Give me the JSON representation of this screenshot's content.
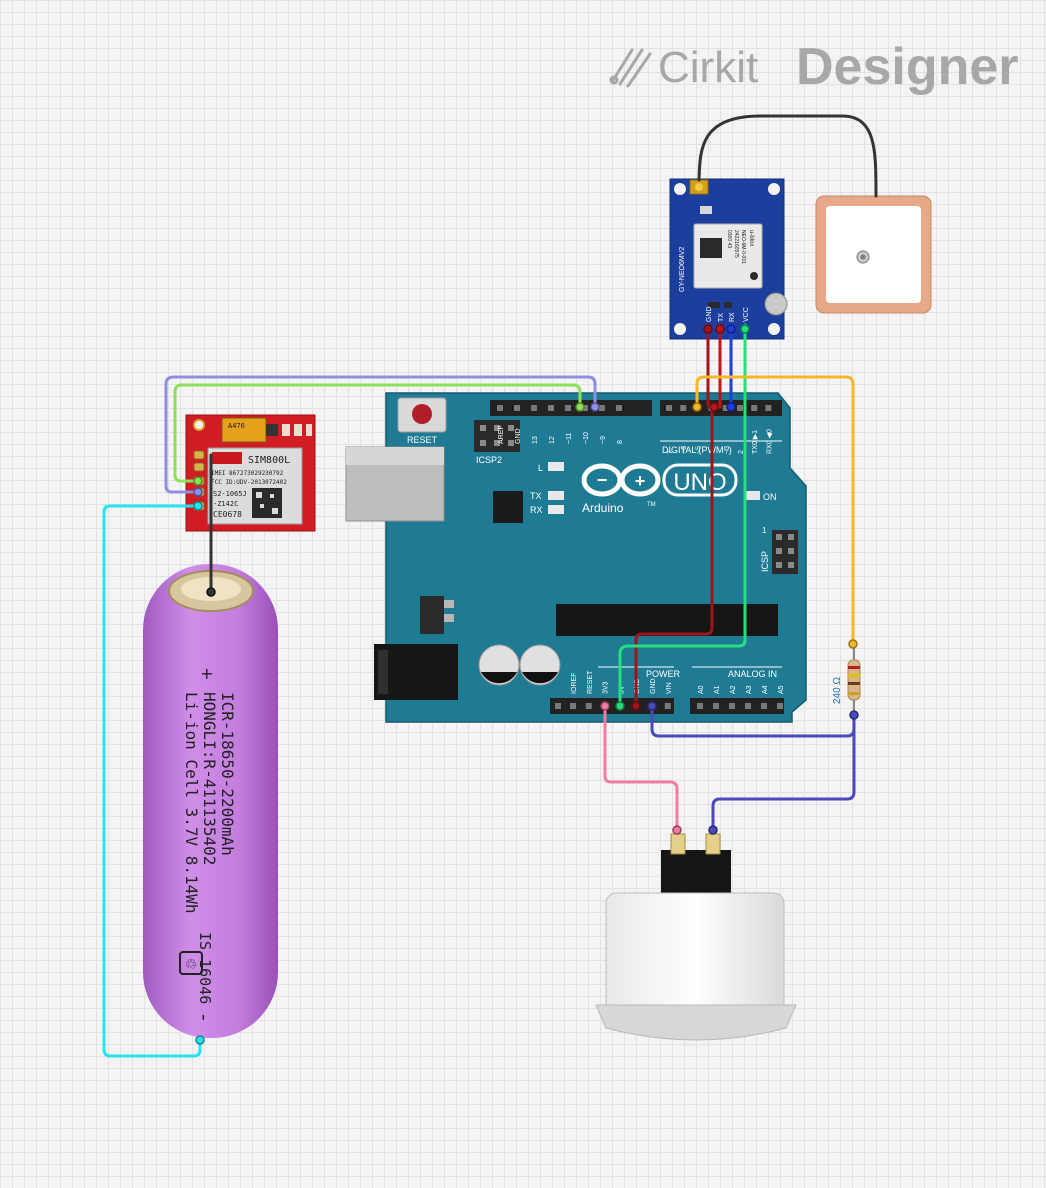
{
  "brand": {
    "word1": "Cirkit",
    "word2": "Designer",
    "color": "#a8a8a8"
  },
  "arduino": {
    "reset_label": "RESET",
    "icsp2_label": "ICSP2",
    "icsp_label": "ICSP",
    "icsp_pin1": "1",
    "digital_label": "DIGITAL (PWM~)",
    "power_label": "POWER",
    "analog_label": "ANALOG IN",
    "model": "UNO",
    "maker": "Arduino",
    "tm": "TM",
    "on_label": "ON",
    "led_l": "L",
    "led_tx": "TX",
    "led_rx": "RX",
    "top_pins": [
      "AREF",
      "GND",
      "13",
      "12",
      "~11",
      "~10",
      "~9",
      "8"
    ],
    "top_pins2": [
      "7",
      "~6",
      "~5",
      "4",
      "~3",
      "2",
      "TX0 ▶1",
      "RX0 ◀0"
    ],
    "power_pins": [
      "IOREF",
      "RESET",
      "3V3",
      "5V",
      "GND",
      "GND",
      "VIN"
    ],
    "analog_pins": [
      "A0",
      "A1",
      "A2",
      "A3",
      "A4",
      "A5"
    ],
    "color": "#1f7a93"
  },
  "gps": {
    "board": "GY-NEO6MV2",
    "pins": [
      "GND",
      "TX",
      "RX",
      "VCC"
    ],
    "chip_brand": "u-blox",
    "chip_model": "NEO-6M-0-001",
    "chip_code1": "2422160575",
    "chip_code2": "0300 43"
  },
  "sim": {
    "model": "SIM800L",
    "imei": "IMEI 867273029230792",
    "fcc": "FCC ID:UDV-2013072402",
    "code1": "S2-1065J",
    "code2": "-Z142C",
    "ce": "CE0678",
    "cap": "A476"
  },
  "battery": {
    "plus": "+",
    "minus": "-",
    "line1": "ICR-18650-2200mAh",
    "line2": "HONGLI:R-411135402",
    "line3": "Li-ion Cell 3.7V 8.14Wh",
    "line4": "IS 16046"
  },
  "resistor": {
    "value": "240 Ω"
  },
  "wire_colors": {
    "black": "#333333",
    "red": "#c0141c",
    "orange": "#e85a1b",
    "blue": "#1f3fd8",
    "green": "#26e07e",
    "yellow": "#f5b82a",
    "lightgreen": "#8ee05a",
    "lavender": "#8f8fe0",
    "cyan": "#27e3f0",
    "pink": "#f07ca3",
    "indigo": "#4a4ab8",
    "darkred": "#a0141a"
  }
}
